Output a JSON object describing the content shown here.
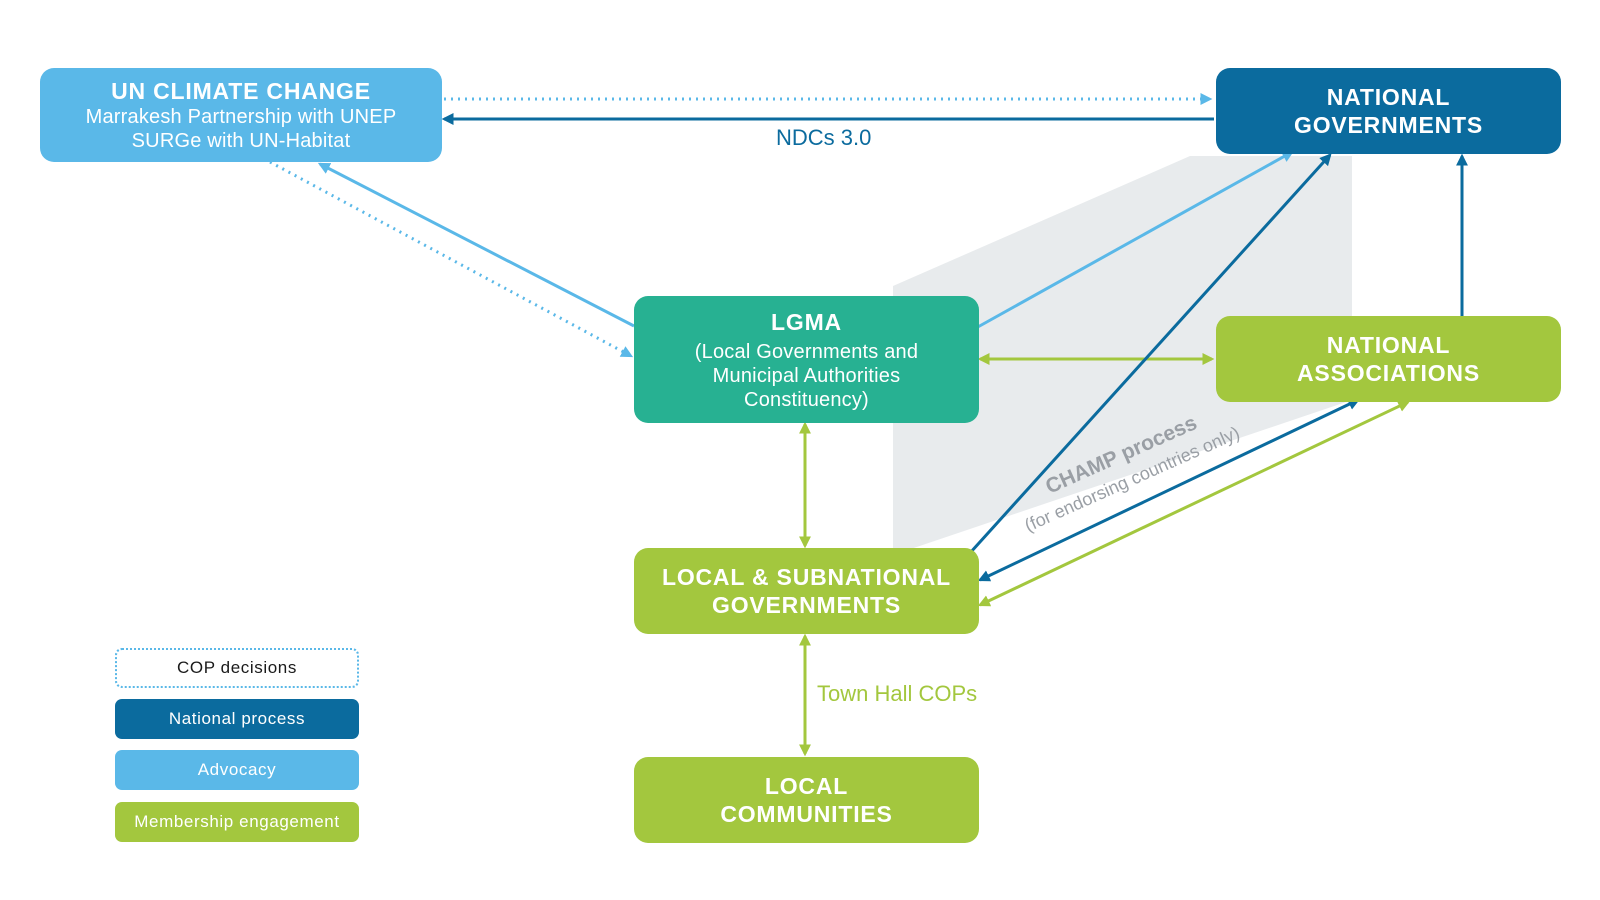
{
  "colors": {
    "dark_blue": "#0b6b9e",
    "light_blue": "#5ab8e8",
    "teal": "#27b192",
    "green": "#a3c73e",
    "gray_band": "#e8ebed"
  },
  "nodes": {
    "un_climate_change": {
      "title": "UN CLIMATE CHANGE",
      "line1": "Marrakesh Partnership with UNEP",
      "line2": "SURGe with UN-Habitat"
    },
    "national_governments": {
      "line1": "NATIONAL",
      "line2": "GOVERNMENTS"
    },
    "lgma": {
      "title": "LGMA",
      "line1": "(Local Governments and",
      "line2": "Municipal Authorities",
      "line3": "Constituency)"
    },
    "national_associations": {
      "line1": "NATIONAL",
      "line2": "ASSOCIATIONS"
    },
    "local_subnational": {
      "line1": "LOCAL & SUBNATIONAL",
      "line2": "GOVERNMENTS"
    },
    "local_communities": {
      "line1": "LOCAL",
      "line2": "COMMUNITIES"
    }
  },
  "edge_labels": {
    "ndcs": "NDCs 3.0",
    "town_hall": "Town Hall COPs",
    "champ_title": "CHAMP process",
    "champ_sub": "(for endorsing countries only)"
  },
  "legend": [
    {
      "label": "COP decisions",
      "style": "dotted"
    },
    {
      "label": "National process",
      "style": "dark_blue"
    },
    {
      "label": "Advocacy",
      "style": "light_blue"
    },
    {
      "label": "Membership engagement",
      "style": "green"
    }
  ]
}
